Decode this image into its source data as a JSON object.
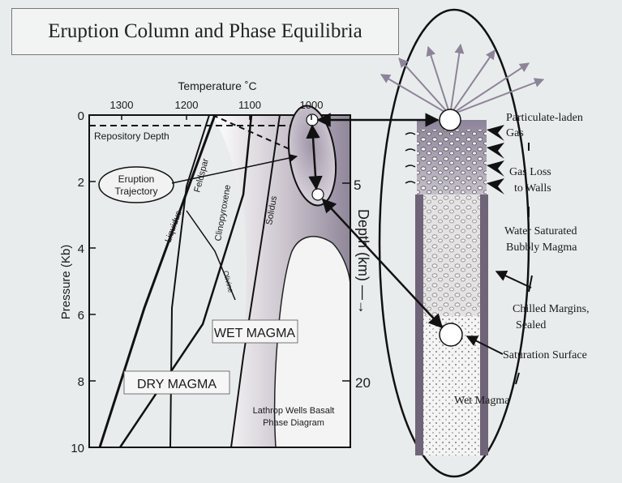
{
  "title": "Eruption Column and Phase Equilibria",
  "axes": {
    "temperature_label": "Temperature ˚C",
    "temperature_ticks": [
      "1300",
      "1200",
      "1100",
      "1000"
    ],
    "pressure_label": "Pressure (Kb)",
    "pressure_ticks": [
      "0",
      "2",
      "4",
      "6",
      "8",
      "10"
    ],
    "depth_label": "Depth (km) —→",
    "depth_ticks": [
      "5",
      "20"
    ]
  },
  "phase_diagram": {
    "repository_depth": "Repository Depth",
    "eruption_trajectory": [
      "Eruption",
      "Trajectory"
    ],
    "curves": [
      "Liquidus",
      "Feldspar",
      "Clinopyroxene",
      "Solidus",
      "Olivine"
    ],
    "regions": [
      "DRY MAGMA",
      "WET MAGMA"
    ],
    "caption": [
      "Lathrop Wells Basalt",
      "Phase Diagram"
    ]
  },
  "column_labels": [
    [
      "Particulate-laden",
      "Gas"
    ],
    [
      "Gas Loss",
      "to Walls"
    ],
    [
      "Water Saturated",
      "Bubbly Magma"
    ],
    [
      "Chilled Margins,",
      "Sealed"
    ],
    [
      "Saturation Surface"
    ],
    [
      "Wet Magma"
    ]
  ]
}
